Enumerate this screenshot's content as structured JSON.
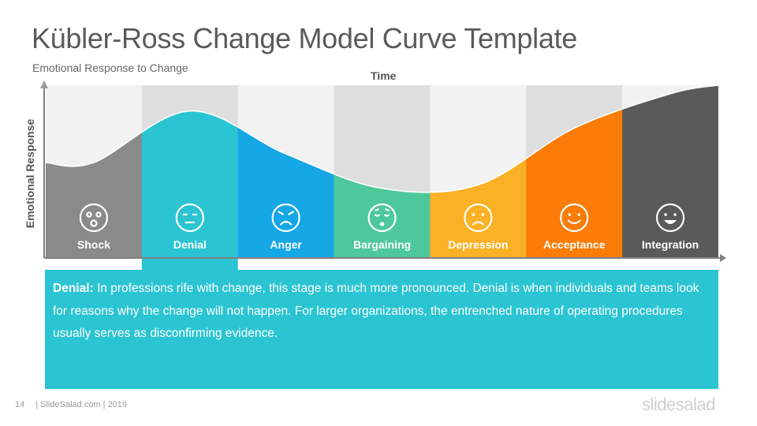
{
  "header": {
    "title": "Kübler-Ross Change Model Curve Template",
    "subtitle": "Emotional Response to Change"
  },
  "axes": {
    "x_label": "Time",
    "y_label": "Emotional Response"
  },
  "stages": [
    {
      "label": "Shock",
      "color": "#8a8a8a",
      "icon": "surprised-face-icon",
      "bg": "#f2f2f2"
    },
    {
      "label": "Denial",
      "color": "#2bc4d2",
      "icon": "neutral-face-icon",
      "bg": "#dedede"
    },
    {
      "label": "Anger",
      "color": "#15a7e6",
      "icon": "angry-face-icon",
      "bg": "#f2f2f2"
    },
    {
      "label": "Bargaining",
      "color": "#4dc89a",
      "icon": "pleading-face-icon",
      "bg": "#dedede"
    },
    {
      "label": "Depression",
      "color": "#fbb125",
      "icon": "sad-face-icon",
      "bg": "#f2f2f2"
    },
    {
      "label": "Acceptance",
      "color": "#fb7c06",
      "icon": "smiling-face-icon",
      "bg": "#dedede"
    },
    {
      "label": "Integration",
      "color": "#5a5a5a",
      "icon": "grinning-face-icon",
      "bg": "#f2f2f2"
    }
  ],
  "curve_levels": [
    0.55,
    0.85,
    0.6,
    0.4,
    0.42,
    0.75,
    0.95
  ],
  "selected_stage": 1,
  "description": {
    "heading": "Denial:",
    "text": "In professions rife with change, this stage is much more pronounced. Denial is when individuals and teams look for reasons why the change will not happen. For larger organizations, the entrenched nature of operating procedures usually serves as disconfirming evidence."
  },
  "footer": {
    "page_number": "14",
    "credit": "| SlideSalad.com | 2019",
    "brand": "slidesalad"
  }
}
